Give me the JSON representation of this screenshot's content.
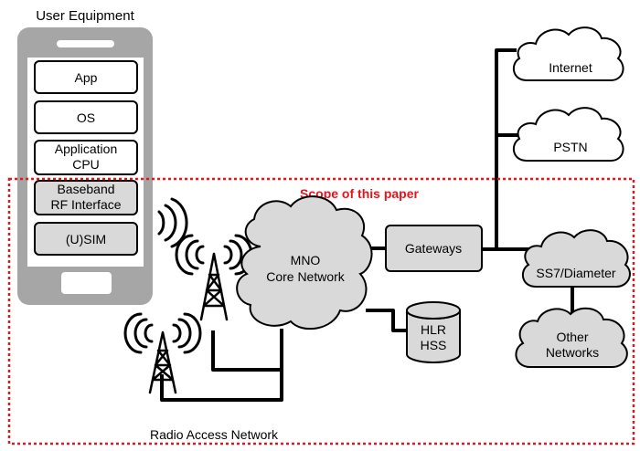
{
  "user_equipment": {
    "title": "User Equipment",
    "layers": [
      {
        "line1": "App",
        "line2": ""
      },
      {
        "line1": "OS",
        "line2": ""
      },
      {
        "line1": "Application",
        "line2": "CPU"
      },
      {
        "line1": "Baseband",
        "line2": "RF Interface"
      },
      {
        "line1": "(U)SIM",
        "line2": ""
      }
    ]
  },
  "scope": {
    "label": "Scope of this paper",
    "color": "#e8141c"
  },
  "core": {
    "line1": "MNO",
    "line2": "Core Network"
  },
  "gateways": "Gateways",
  "hlr": {
    "line1": "HLR",
    "line2": "HSS"
  },
  "internet": "Internet",
  "pstn": "PSTN",
  "ss7": "SS7/Diameter",
  "other_networks": {
    "line1": "Other",
    "line2": "Networks"
  },
  "radio_access_network": "Radio Access Network",
  "colors": {
    "phone_body": "#a6a6a6",
    "gray_fill": "#d9d9d9",
    "line": "#000000"
  }
}
